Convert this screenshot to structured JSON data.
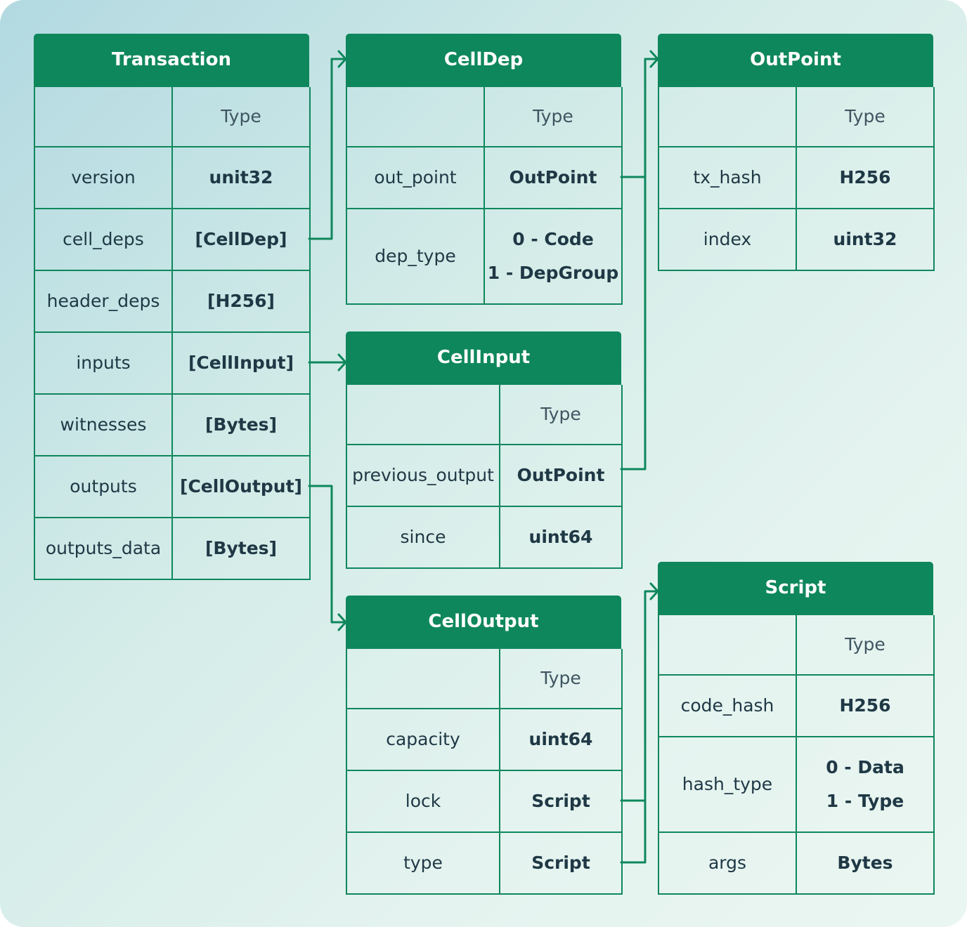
{
  "tables": {
    "transaction": {
      "title": "Transaction",
      "type_header": "Type",
      "rows": [
        {
          "field": "version",
          "type": [
            "unit32"
          ]
        },
        {
          "field": "cell_deps",
          "type": [
            "[CellDep]"
          ]
        },
        {
          "field": "header_deps",
          "type": [
            "[H256]"
          ]
        },
        {
          "field": "inputs",
          "type": [
            "[CellInput]"
          ]
        },
        {
          "field": "witnesses",
          "type": [
            "[Bytes]"
          ]
        },
        {
          "field": "outputs",
          "type": [
            "[CellOutput]"
          ]
        },
        {
          "field": "outputs_data",
          "type": [
            "[Bytes]"
          ]
        }
      ]
    },
    "celldep": {
      "title": "CellDep",
      "type_header": "Type",
      "rows": [
        {
          "field": "out_point",
          "type": [
            "OutPoint"
          ]
        },
        {
          "field": "dep_type",
          "type": [
            "0 - Code",
            "1 - DepGroup"
          ]
        }
      ]
    },
    "outpoint": {
      "title": "OutPoint",
      "type_header": "Type",
      "rows": [
        {
          "field": "tx_hash",
          "type": [
            "H256"
          ]
        },
        {
          "field": "index",
          "type": [
            "uint32"
          ]
        }
      ]
    },
    "cellinput": {
      "title": "CellInput",
      "type_header": "Type",
      "rows": [
        {
          "field": "previous_output",
          "type": [
            "OutPoint"
          ]
        },
        {
          "field": "since",
          "type": [
            "uint64"
          ]
        }
      ]
    },
    "celloutput": {
      "title": "CellOutput",
      "type_header": "Type",
      "rows": [
        {
          "field": "capacity",
          "type": [
            "uint64"
          ]
        },
        {
          "field": "lock",
          "type": [
            "Script"
          ]
        },
        {
          "field": "type",
          "type": [
            "Script"
          ]
        }
      ]
    },
    "script": {
      "title": "Script",
      "type_header": "Type",
      "rows": [
        {
          "field": "code_hash",
          "type": [
            "H256"
          ]
        },
        {
          "field": "hash_type",
          "type": [
            "0 - Data",
            "1 - Type"
          ]
        },
        {
          "field": "args",
          "type": [
            "Bytes"
          ]
        }
      ]
    }
  },
  "colors": {
    "accent": "#0e875c",
    "text": "#1f3845"
  }
}
